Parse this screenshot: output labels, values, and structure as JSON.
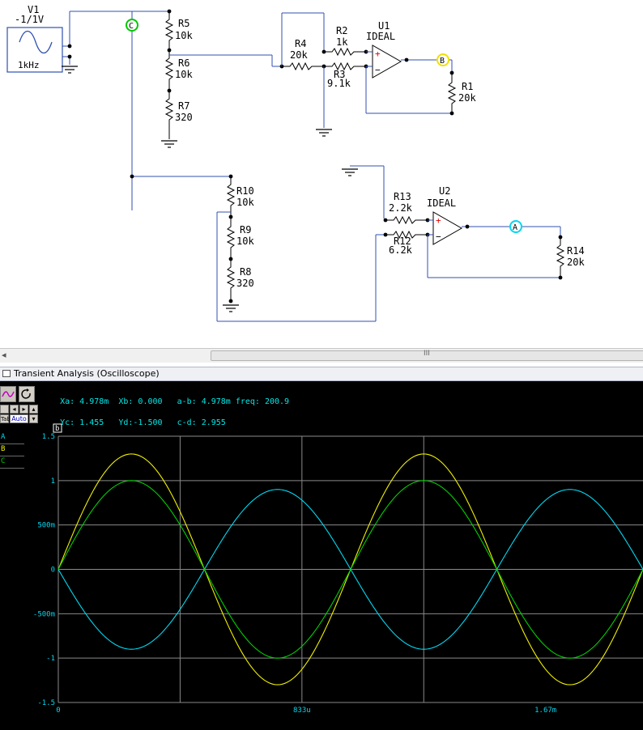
{
  "schematic": {
    "source": {
      "name": "V1",
      "amplitude": "-1/1V",
      "frequency": "1kHz"
    },
    "nodes": [
      {
        "label": "C",
        "color": "#00c800"
      },
      {
        "label": "B",
        "color": "#f0e000"
      },
      {
        "label": "A",
        "color": "#00d8f0"
      }
    ],
    "opamps": [
      {
        "name": "U1",
        "model": "IDEAL"
      },
      {
        "name": "U2",
        "model": "IDEAL"
      }
    ],
    "resistors": [
      {
        "name": "R5",
        "value": "10k"
      },
      {
        "name": "R6",
        "value": "10k"
      },
      {
        "name": "R7",
        "value": "320"
      },
      {
        "name": "R4",
        "value": "20k"
      },
      {
        "name": "R2",
        "value": "1k"
      },
      {
        "name": "R3",
        "value": "9.1k"
      },
      {
        "name": "R1",
        "value": "20k"
      },
      {
        "name": "R10",
        "value": "10k"
      },
      {
        "name": "R9",
        "value": "10k"
      },
      {
        "name": "R8",
        "value": "320"
      },
      {
        "name": "R13",
        "value": "2.2k"
      },
      {
        "name": "R12",
        "value": "6.2k"
      },
      {
        "name": "R14",
        "value": "20k"
      }
    ]
  },
  "scrollbar": {
    "left_arrow": "◂",
    "grip": "III"
  },
  "scope": {
    "title": "Transient Analysis (Oscilloscope)",
    "buttons": {
      "tab": "Tab",
      "auto": "Auto"
    },
    "readouts": {
      "line1": "Xa: 4.978m  Xb: 0.000   a-b: 4.978m freq: 200.9",
      "line2": "Yc: 1.455   Yd:-1.500   c-d: 2.955"
    },
    "legend": [
      {
        "label": "A",
        "color": "#00d8f0"
      },
      {
        "label": "B",
        "color": "#f0f000"
      },
      {
        "label": "C",
        "color": "#00d000"
      }
    ],
    "cursor_marker": "b"
  },
  "chart_data": {
    "type": "line",
    "x_unit": "s",
    "xlim": [
      0,
      0.002
    ],
    "ylim": [
      -1.5,
      1.5
    ],
    "y_ticks": [
      "1.5",
      "1",
      "500m",
      "0",
      "-500m",
      "-1",
      "-1.5"
    ],
    "x_ticks": [
      "0",
      "833u",
      "1.67m"
    ],
    "grid": true,
    "series": [
      {
        "name": "A",
        "color": "#00d8f0",
        "amplitude": -0.9,
        "frequency_hz": 1000
      },
      {
        "name": "B",
        "color": "#f0f000",
        "amplitude": 1.3,
        "frequency_hz": 1000
      },
      {
        "name": "C",
        "color": "#00d000",
        "amplitude": 1.0,
        "frequency_hz": 1000
      }
    ]
  }
}
